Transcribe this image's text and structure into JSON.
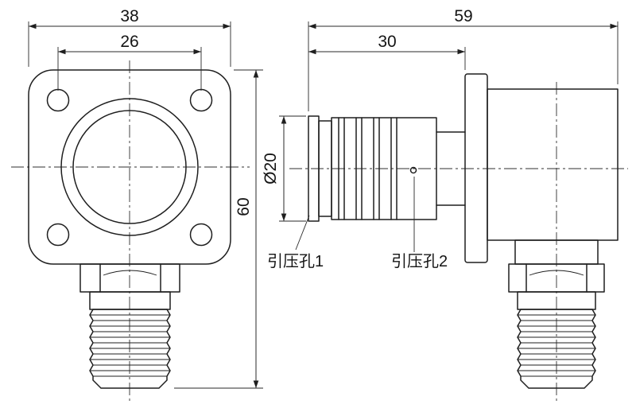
{
  "meta": {
    "type": "engineering-drawing",
    "background_color": "#ffffff",
    "line_color": "#1f1f1f"
  },
  "front_view": {
    "dim_width": "38",
    "dim_hole_spacing": "26",
    "dim_height": "60"
  },
  "side_view": {
    "dim_length": "59",
    "dim_flange_offset": "30",
    "dim_port_diameter": "Ø20",
    "label_port1": "引压孔1",
    "label_port2": "引压孔2"
  }
}
